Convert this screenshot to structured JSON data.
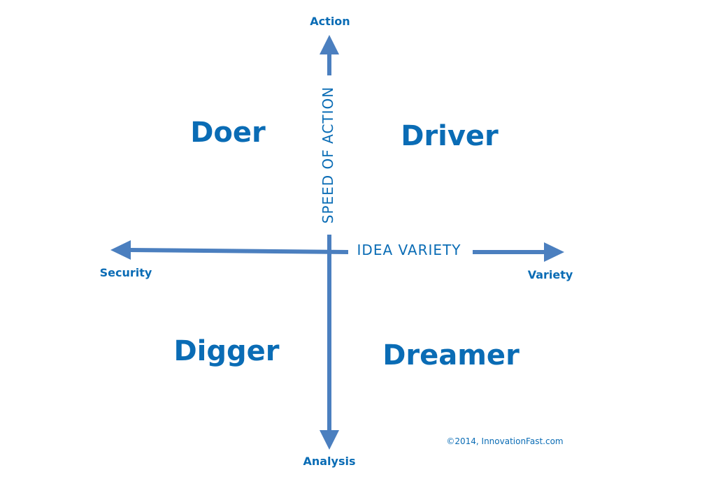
{
  "colors": {
    "arrow": "#4b7fbf",
    "text": "#0a6cb5",
    "background": "#ffffff"
  },
  "quadrants": {
    "top_left": "Doer",
    "top_right": "Driver",
    "bottom_left": "Digger",
    "bottom_right": "Dreamer"
  },
  "vertical_axis": {
    "title": "SPEED OF ACTION",
    "top_label": "Action",
    "bottom_label": "Analysis"
  },
  "horizontal_axis": {
    "title": "IDEA VARIETY",
    "left_label": "Security",
    "right_label": "Variety"
  },
  "copyright": "©2014, InnovationFast.com"
}
